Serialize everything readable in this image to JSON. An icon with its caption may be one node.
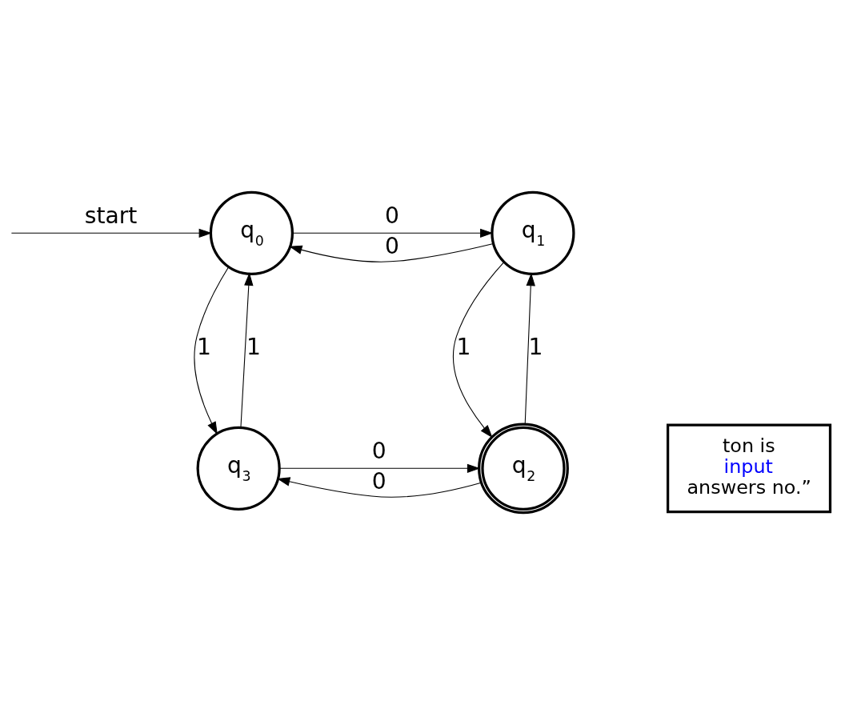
{
  "diagram": {
    "nodes": [
      {
        "text": [
          "q$_{0}$"
        ]
      },
      {
        "text": [
          "q$_{1}$"
        ]
      },
      {
        "text": [
          "q$_{2}$"
        ]
      },
      {
        "text": [
          "q$_{3}$"
        ]
      },
      {
        "text": [
          "ton is",
          "input",
          "answers no.”"
        ]
      }
    ],
    "edges": [
      {
        "from": null,
        "to": 0,
        "arrow": "to",
        "label": "start"
      },
      {
        "from": 0,
        "to": 1,
        "arrow": "to",
        "label": "0"
      },
      {
        "from": 1,
        "to": 0,
        "arrow": "to",
        "label": "0"
      },
      {
        "from": 0,
        "to": 3,
        "arrow": "to",
        "label": "1"
      },
      {
        "from": 3,
        "to": 0,
        "arrow": "to",
        "label": "1"
      },
      {
        "from": 1,
        "to": 2,
        "arrow": "to",
        "label": "1"
      },
      {
        "from": 2,
        "to": 1,
        "arrow": "to",
        "label": "1"
      },
      {
        "from": 3,
        "to": 2,
        "arrow": "to",
        "label": "0"
      },
      {
        "from": 2,
        "to": 3,
        "arrow": "to",
        "label": "0"
      }
    ]
  }
}
